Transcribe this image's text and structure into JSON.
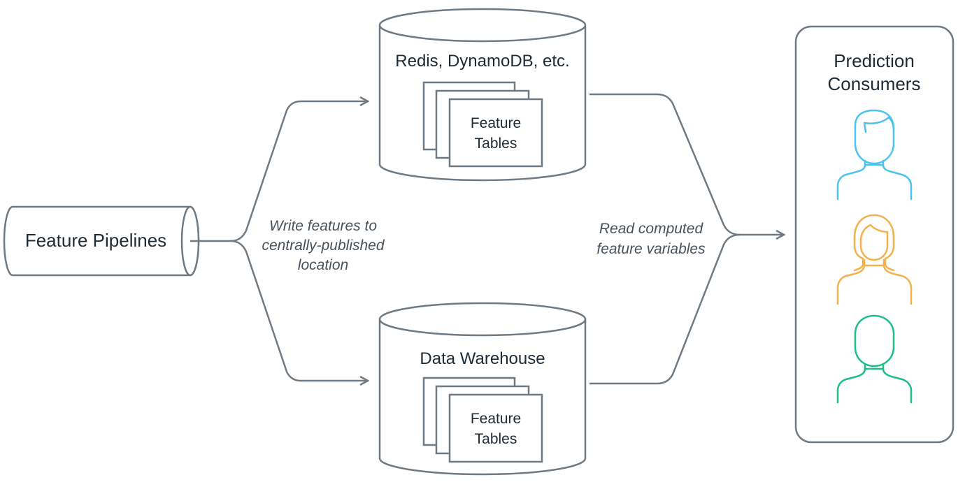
{
  "nodes": {
    "pipelines": {
      "label": "Feature Pipelines"
    },
    "online_store": {
      "label": "Redis, DynamoDB, etc.",
      "tables_line1": "Feature",
      "tables_line2": "Tables"
    },
    "offline_store": {
      "label": "Data Warehouse",
      "tables_line1": "Feature",
      "tables_line2": "Tables"
    },
    "consumers": {
      "title_line1": "Prediction",
      "title_line2": "Consumers"
    }
  },
  "edges": {
    "write": {
      "line1": "Write features to",
      "line2": "centrally-published",
      "line3": "location"
    },
    "read": {
      "line1": "Read computed",
      "line2": "feature variables"
    }
  },
  "colors": {
    "stroke": "#6f7a83",
    "text": "#1d2b36",
    "consumer_1": "#4cc3ee",
    "consumer_2": "#f2b14c",
    "consumer_3": "#1dbf84"
  },
  "icons": [
    "person-male-icon",
    "person-female-icon",
    "person-icon"
  ]
}
